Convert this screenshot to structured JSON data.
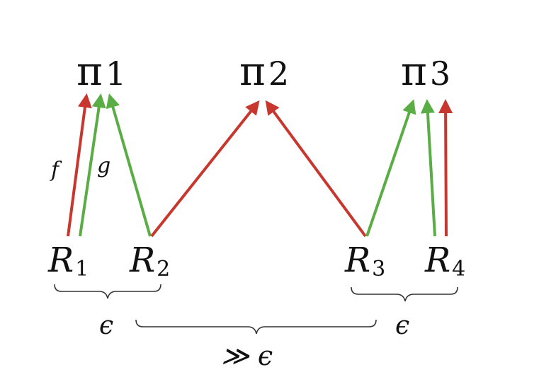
{
  "colors": {
    "f": "#c8372d",
    "g": "#5aac44"
  },
  "policies": [
    {
      "symbol": "π",
      "index": "1"
    },
    {
      "symbol": "π",
      "index": "2"
    },
    {
      "symbol": "π",
      "index": "3"
    }
  ],
  "nodes": [
    {
      "symbol": "R",
      "index": "1"
    },
    {
      "symbol": "R",
      "index": "2"
    },
    {
      "symbol": "R",
      "index": "3"
    },
    {
      "symbol": "R",
      "index": "4"
    }
  ],
  "arrow_labels": {
    "f": "f",
    "g": "g"
  },
  "braces": {
    "left": "ϵ",
    "right": "ϵ",
    "middle": "≫ ϵ"
  }
}
